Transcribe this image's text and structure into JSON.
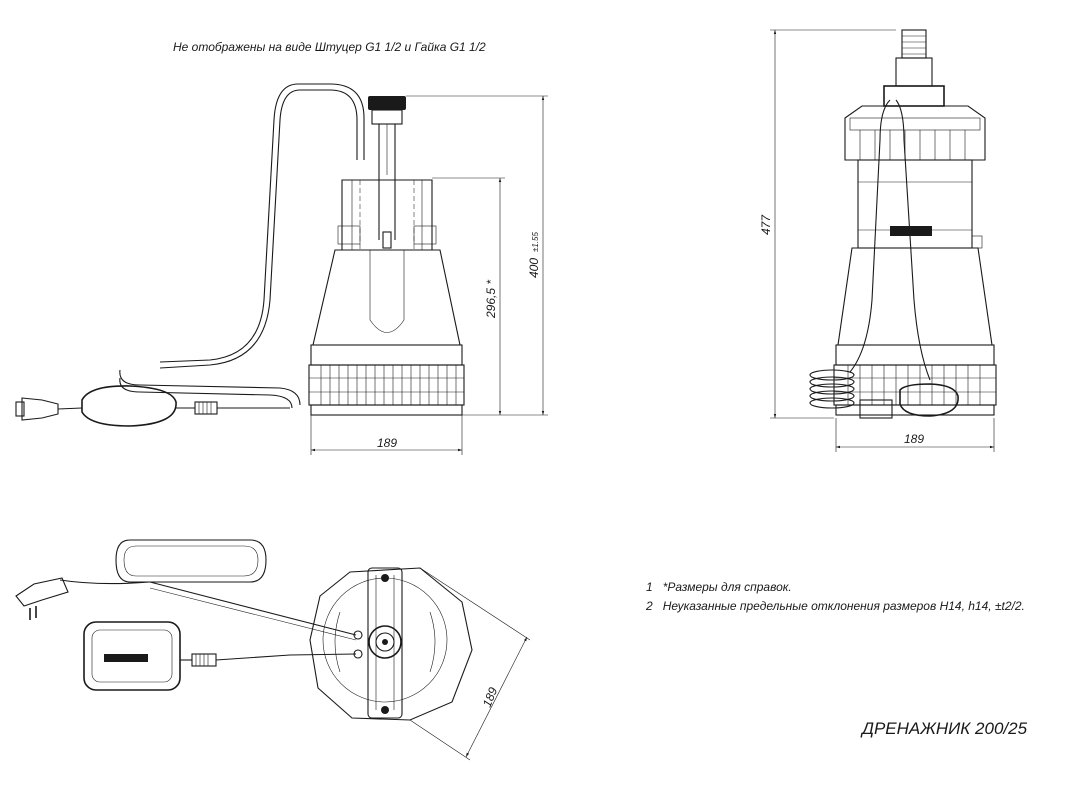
{
  "header_note": "Не отображены на виде Штуцер G1 1/2  и Гайка G1 1/2",
  "side_view": {
    "dim_width": "189",
    "dim_height_ref": "296,5 *",
    "dim_height_total": "400",
    "dim_height_total_tol": "±1.55"
  },
  "front_view": {
    "dim_height": "477",
    "dim_width": "189"
  },
  "top_view": {
    "dim_diameter": "189"
  },
  "notes": [
    {
      "num": "1",
      "text": "*Размеры для справок."
    },
    {
      "num": "2",
      "text": "Неуказанные предельные отклонения размеров H14, h14, ±t2/2."
    }
  ],
  "title": "ДРЕНАЖНИК 200/25"
}
